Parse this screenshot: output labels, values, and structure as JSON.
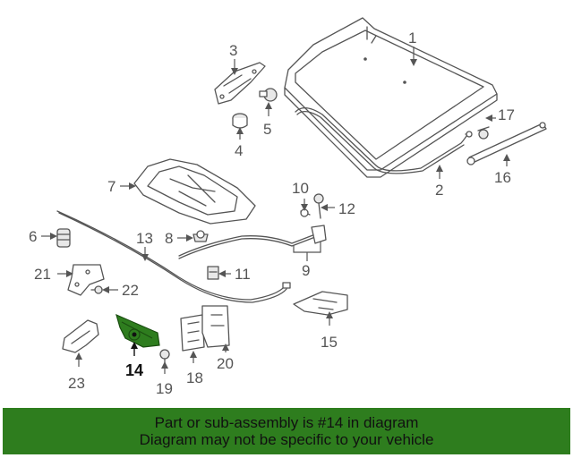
{
  "diagram": {
    "callouts": {
      "c1": "1",
      "c2": "2",
      "c3": "3",
      "c4": "4",
      "c5": "5",
      "c6": "6",
      "c7": "7",
      "c8": "8",
      "c9": "9",
      "c10": "10",
      "c11": "11",
      "c12": "12",
      "c13": "13",
      "c14": "14",
      "c15": "15",
      "c16": "16",
      "c17": "17",
      "c18": "18",
      "c19": "19",
      "c20": "20",
      "c21": "21",
      "c22": "22",
      "c23": "23"
    },
    "highlighted_part": "14",
    "highlight_color": "#2e7d1e"
  },
  "banner": {
    "line1": "Part or sub-assembly is #14 in diagram",
    "line2": "Diagram may not be specific to your vehicle",
    "background": "#2e7d1e"
  }
}
